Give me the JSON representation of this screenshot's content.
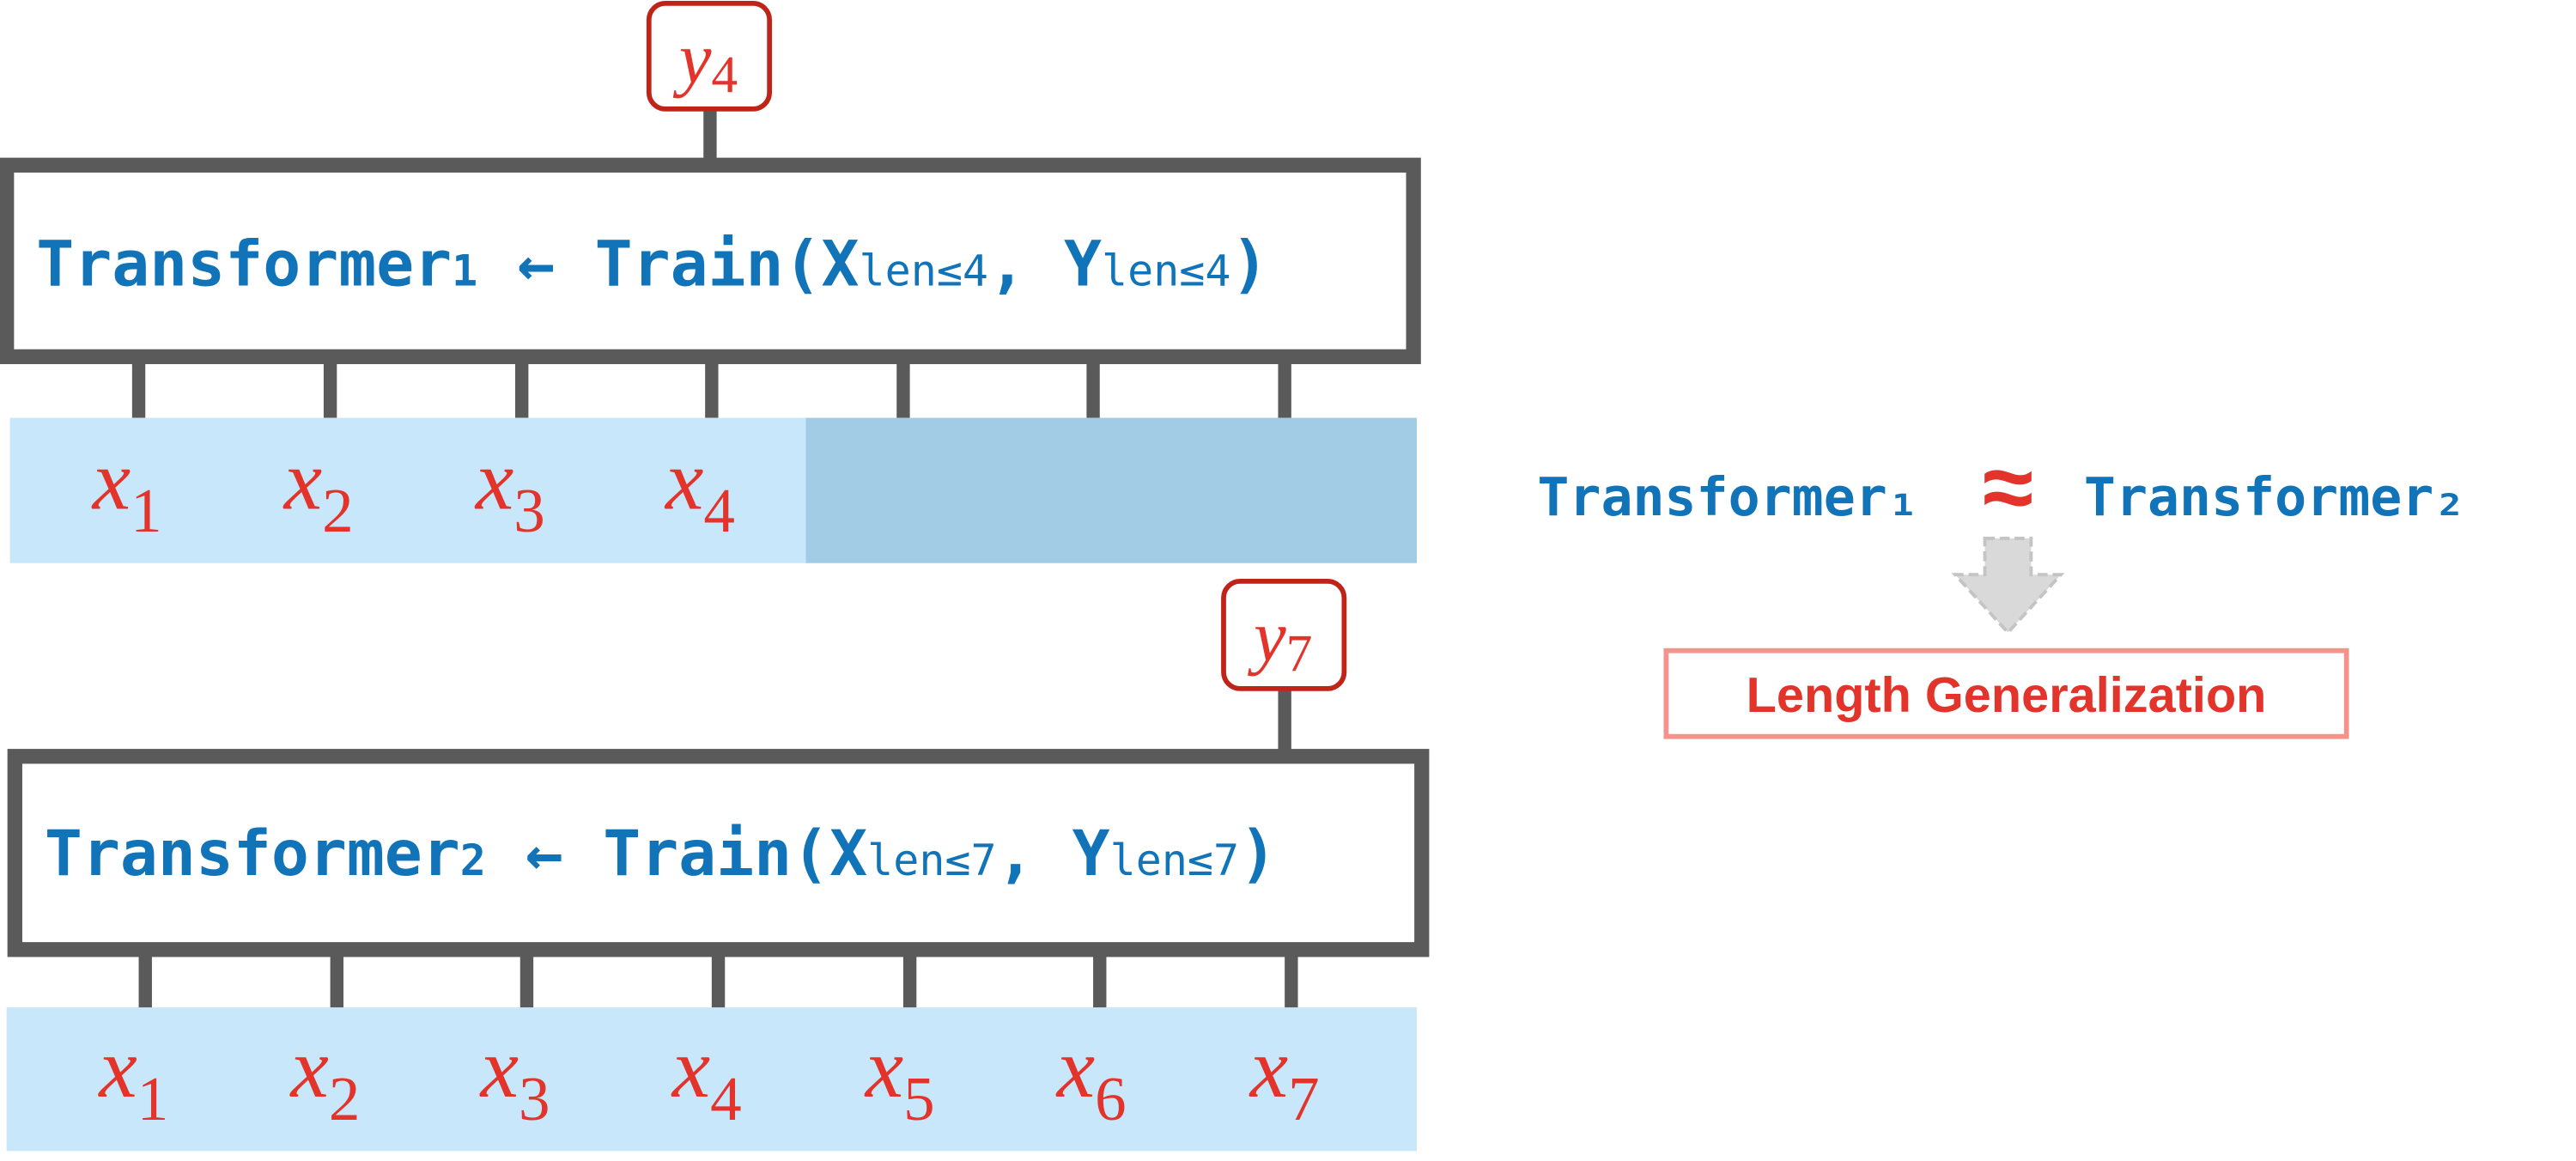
{
  "model_1": {
    "output_label": "y",
    "output_index": "4",
    "equation": {
      "name": "Transformer",
      "index": "1",
      "arrow": "←",
      "call": "Train(X",
      "sub_x": "len≤4",
      "comma": ", Y",
      "sub_y": "len≤4",
      "close": ")"
    },
    "tokens": [
      {
        "letter": "x",
        "index": "1"
      },
      {
        "letter": "x",
        "index": "2"
      },
      {
        "letter": "x",
        "index": "3"
      },
      {
        "letter": "x",
        "index": "4"
      }
    ]
  },
  "model_2": {
    "output_label": "y",
    "output_index": "7",
    "equation": {
      "name": "Transformer",
      "index": "2",
      "arrow": "←",
      "call": "Train(X",
      "sub_x": "len≤7",
      "comma": ", Y",
      "sub_y": "len≤7",
      "close": ")"
    },
    "tokens": [
      {
        "letter": "x",
        "index": "1"
      },
      {
        "letter": "x",
        "index": "2"
      },
      {
        "letter": "x",
        "index": "3"
      },
      {
        "letter": "x",
        "index": "4"
      },
      {
        "letter": "x",
        "index": "5"
      },
      {
        "letter": "x",
        "index": "6"
      },
      {
        "letter": "x",
        "index": "7"
      }
    ]
  },
  "comparison": {
    "left": "Transformer₁",
    "symbol": "≈",
    "right": "Transformer₂"
  },
  "conclusion": "Length Generalization",
  "colors": {
    "model_box_stroke": "#5a5a5a",
    "token_fill": "#c9e7fb",
    "padding_fill": "#a2cce5",
    "math_red": "#e2342a",
    "output_box_stroke": "#c02418",
    "code_blue": "#1173b8",
    "conclusion_border": "#f7928a",
    "arrow_gray": "#d9d9d9"
  }
}
